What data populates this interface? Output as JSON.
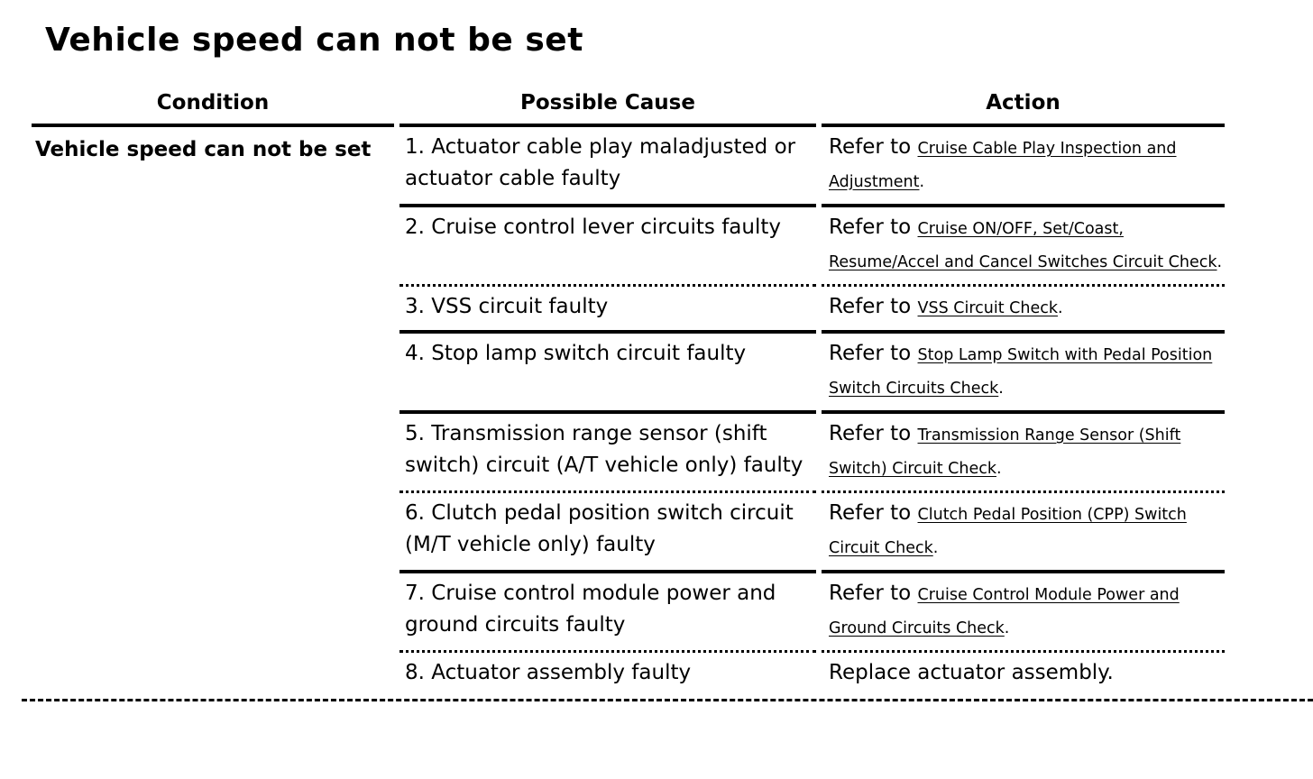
{
  "title": "Vehicle speed can not be set",
  "table": {
    "headers": {
      "condition": "Condition",
      "cause": "Possible Cause",
      "action": "Action"
    },
    "condition_text": "Vehicle speed can not be set",
    "rows": [
      {
        "cause": "1. Actuator cable play maladjusted or actuator cable faulty",
        "action_prefix": "Refer to ",
        "action_link": "Cruise Cable Play Inspection and Adjustment",
        "action_suffix": "."
      },
      {
        "cause": "2. Cruise control lever circuits faulty",
        "action_prefix": "Refer to ",
        "action_link": "Cruise ON/OFF, Set/Coast, Resume/Accel and Cancel Switches Circuit Check",
        "action_suffix": "."
      },
      {
        "cause": "3. VSS circuit faulty",
        "action_prefix": "Refer to ",
        "action_link": "VSS Circuit Check",
        "action_suffix": "."
      },
      {
        "cause": "4. Stop lamp switch circuit faulty",
        "action_prefix": "Refer to ",
        "action_link": "Stop Lamp Switch with Pedal Position Switch Circuits Check",
        "action_suffix": "."
      },
      {
        "cause": "5. Transmission range sensor (shift switch) circuit (A/T vehicle only) faulty",
        "action_prefix": "Refer to ",
        "action_link": "Transmission Range Sensor (Shift Switch) Circuit Check",
        "action_suffix": "."
      },
      {
        "cause": "6. Clutch pedal position switch circuit (M/T vehicle only) faulty",
        "action_prefix": "Refer to ",
        "action_link": "Clutch Pedal Position (CPP) Switch Circuit Check",
        "action_suffix": "."
      },
      {
        "cause": "7. Cruise control module power and ground circuits faulty",
        "action_prefix": "Refer to ",
        "action_link": "Cruise Control Module Power and Ground Circuits Check",
        "action_suffix": "."
      },
      {
        "cause": "8. Actuator assembly faulty",
        "action_prefix": "Replace actuator assembly."
      }
    ]
  }
}
